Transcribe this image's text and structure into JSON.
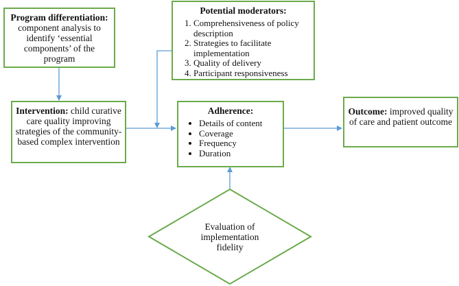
{
  "boxes": {
    "program_differentiation": {
      "heading": "Program differentiation:",
      "text": "component analysis to identify ‘essential components’ of the program"
    },
    "potential_moderators": {
      "heading": "Potential moderators:",
      "items": [
        "Comprehensiveness of policy description",
        "Strategies to facilitate implementation",
        "Quality of delivery",
        "Participant responsiveness"
      ]
    },
    "intervention": {
      "heading": "Intervention:",
      "text": "child curative care quality improving strategies of the community-based complex intervention"
    },
    "adherence": {
      "heading": "Adherence:",
      "items": [
        "Details of content",
        "Coverage",
        "Frequency",
        "Duration"
      ]
    },
    "outcome": {
      "heading": "Outcome:",
      "text": "improved quality of care and patient outcome"
    },
    "evaluation": {
      "text": "Evaluation of implementation fidelity"
    }
  },
  "colors": {
    "box_border": "#6aaa4a",
    "arrow": "#5b9bd5"
  }
}
